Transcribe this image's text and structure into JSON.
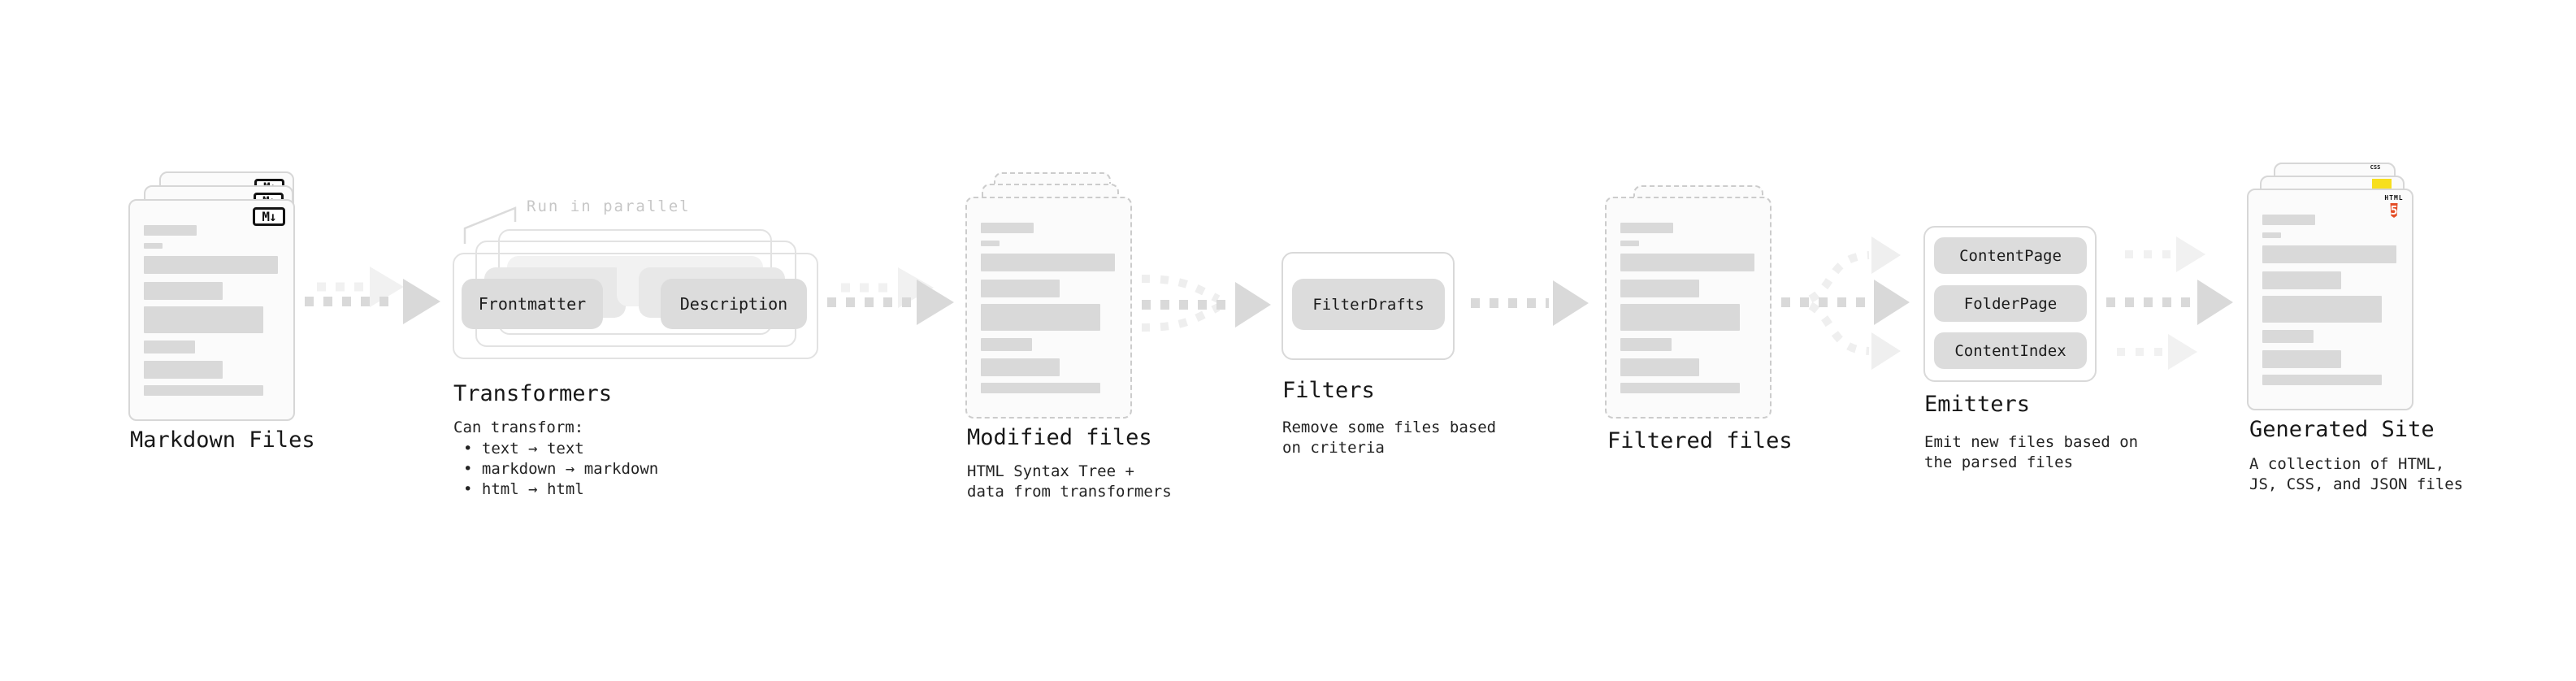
{
  "markdown": {
    "label": "Markdown Files"
  },
  "transformers": {
    "label": "Transformers",
    "annotation": "Run in parallel",
    "box1": "Frontmatter",
    "box2": "Description",
    "subtitle": "Can transform:",
    "bullets": [
      "• text → text",
      "• markdown → markdown",
      "• html → html"
    ]
  },
  "modified": {
    "label": "Modified files",
    "sub1": "HTML Syntax Tree +",
    "sub2": "data from transformers"
  },
  "filters": {
    "label": "Filters",
    "box": "FilterDrafts",
    "sub1": "Remove some files based",
    "sub2": "on criteria"
  },
  "filtered": {
    "label": "Filtered files"
  },
  "emitters": {
    "label": "Emitters",
    "boxes": [
      "ContentPage",
      "FolderPage",
      "ContentIndex"
    ],
    "sub1": "Emit new files based on",
    "sub2": "the parsed files"
  },
  "generated": {
    "label": "Generated Site",
    "sub1": "A collection of HTML,",
    "sub2": "JS, CSS, and JSON files"
  },
  "icons": {
    "markdown_badge": "M↓",
    "html5_word": "HTML",
    "html5_five": "5",
    "css_label": "CSS"
  },
  "colors": {
    "arrow_dark": "#d9d9d9",
    "arrow_light": "#efefef",
    "card_bar": "#d9d9d9",
    "pill_bg": "#dcdcdc",
    "html5_orange": "#e44d26",
    "js_yellow": "#f7df1e",
    "css_blue": "#2d6bf0"
  }
}
